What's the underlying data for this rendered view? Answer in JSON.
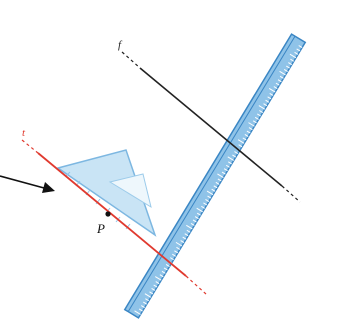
{
  "labels": {
    "line_f": "f",
    "line_t": "t",
    "point_p": "P"
  },
  "colors": {
    "ruler_fill": "#8fc3e8",
    "ruler_edge": "#3a86c4",
    "ruler_ticks": "#ffffff",
    "triangle_fill": "#c4e2f5",
    "triangle_edge": "#6fb0de",
    "line_f": "#222222",
    "line_t": "#e03a2f",
    "arrow": "#111111",
    "point": "#111111"
  },
  "icons": {
    "arrow": "arrow-right-icon"
  }
}
